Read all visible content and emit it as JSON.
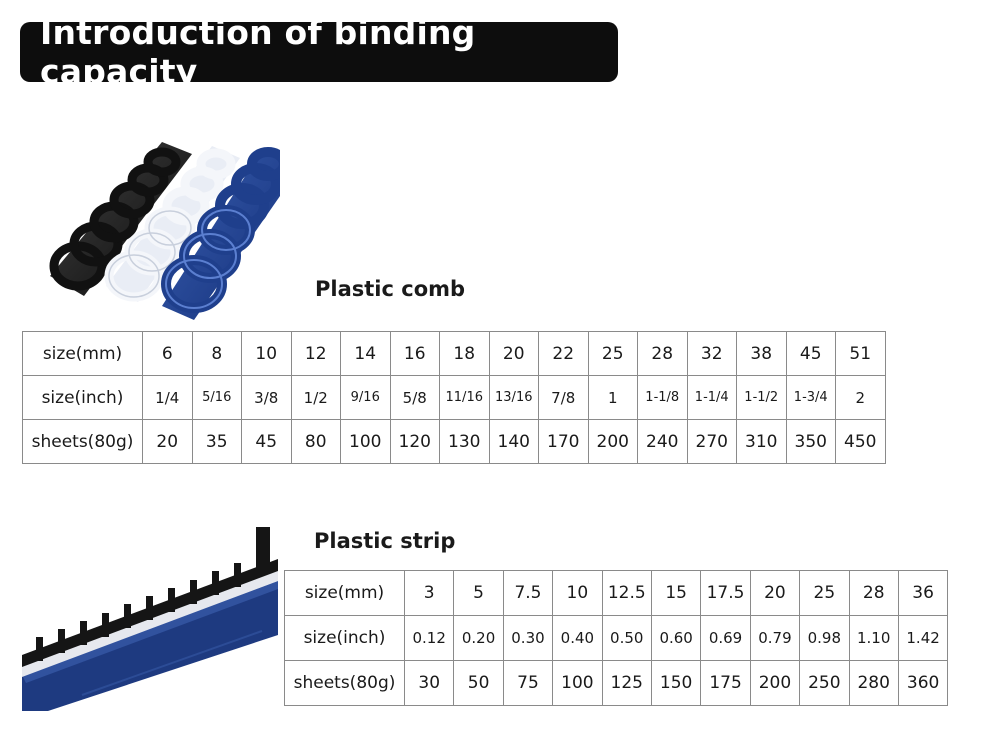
{
  "header": {
    "title": "Introduction of binding capacity"
  },
  "colors": {
    "banner": "#0d0d0d",
    "comb_blue": "#1f3f8c",
    "comb_black": "#141414",
    "comb_white": "#f2f4f8"
  },
  "comb": {
    "label": "Plastic comb",
    "rows": [
      {
        "header": "size(mm)",
        "values": [
          "6",
          "8",
          "10",
          "12",
          "14",
          "16",
          "18",
          "20",
          "22",
          "25",
          "28",
          "32",
          "38",
          "45",
          "51"
        ]
      },
      {
        "header": "size(inch)",
        "values": [
          "1/4",
          "5/16",
          "3/8",
          "1/2",
          "9/16",
          "5/8",
          "11/16",
          "13/16",
          "7/8",
          "1",
          "1-1/8",
          "1-1/4",
          "1-1/2",
          "1-3/4",
          "2"
        ]
      },
      {
        "header": "sheets(80g)",
        "values": [
          "20",
          "35",
          "45",
          "80",
          "100",
          "120",
          "130",
          "140",
          "170",
          "200",
          "240",
          "270",
          "310",
          "350",
          "450"
        ]
      }
    ]
  },
  "strip": {
    "label": "Plastic strip",
    "rows": [
      {
        "header": "size(mm)",
        "values": [
          "3",
          "5",
          "7.5",
          "10",
          "12.5",
          "15",
          "17.5",
          "20",
          "25",
          "28",
          "36"
        ]
      },
      {
        "header": "size(inch)",
        "values": [
          "0.12",
          "0.20",
          "0.30",
          "0.40",
          "0.50",
          "0.60",
          "0.69",
          "0.79",
          "0.98",
          "1.10",
          "1.42"
        ]
      },
      {
        "header": "sheets(80g)",
        "values": [
          "30",
          "50",
          "75",
          "100",
          "125",
          "150",
          "175",
          "200",
          "250",
          "280",
          "360"
        ]
      }
    ]
  }
}
